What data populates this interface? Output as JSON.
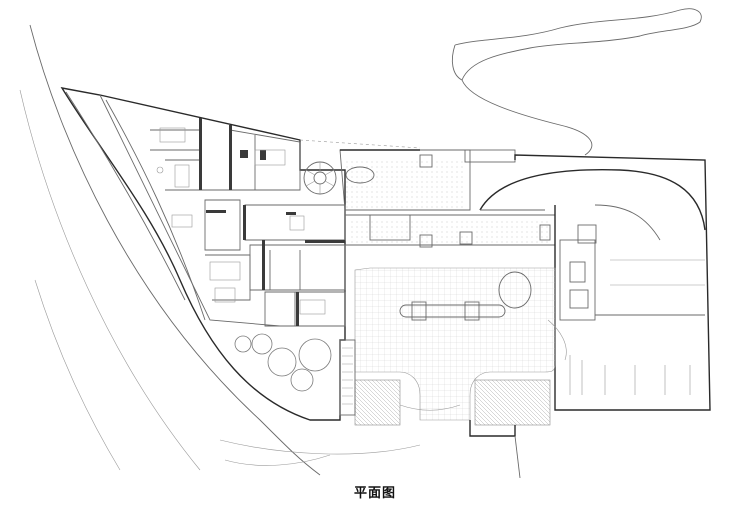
{
  "caption": "平面图",
  "plan_elements": [
    "site-boundary",
    "river-edge",
    "residential-wing",
    "lobby-terrace",
    "spiral-stair",
    "central-courtyard",
    "parking-deck",
    "ramp-curve",
    "garden-trees",
    "entrance-gate"
  ]
}
